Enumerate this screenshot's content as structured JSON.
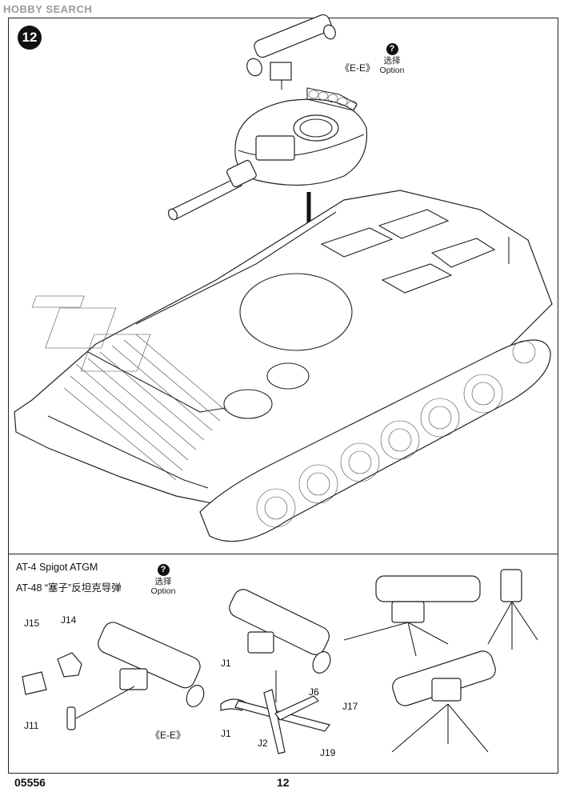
{
  "watermark": "HOBBY SEARCH",
  "step_number": "12",
  "top_callout": {
    "label": "《E-E》",
    "option_cn": "选择",
    "option_en": "Option"
  },
  "bottom_section": {
    "title_line1": "AT-4 Spigot ATGM",
    "title_line2": "AT-48 “塞子”反坦克导弹",
    "option_cn": "选择",
    "option_en": "Option",
    "option_icon": "?",
    "parts": {
      "j15": "J15",
      "j14": "J14",
      "j11": "J11",
      "ee": "《E-E》",
      "j1a": "J1",
      "j1b": "J1",
      "j6": "J6",
      "j17": "J17",
      "j2": "J2",
      "j19": "J19"
    }
  },
  "footer": {
    "code": "05556",
    "page": "12"
  }
}
